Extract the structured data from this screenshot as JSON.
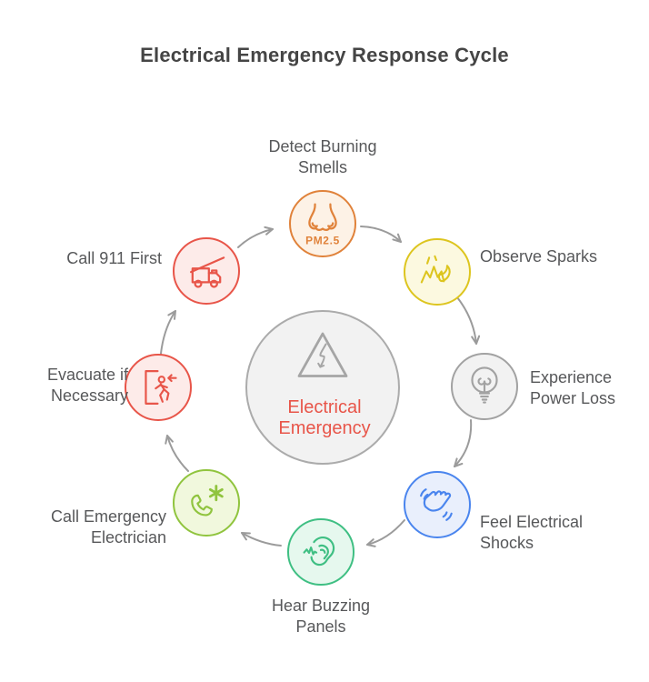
{
  "title": "Electrical Emergency Response Cycle",
  "center": {
    "label": "Electrical Emergency",
    "icon": "warning-triangle-bolt-icon",
    "text_color": "#e85549",
    "border_color": "#ababab",
    "fill": "#f2f2f2",
    "icon_color": "#a5a5a5"
  },
  "steps": [
    {
      "label": "Detect Burning Smells",
      "icon": "nose-smell-icon",
      "badge": "PM2.5",
      "color": "#e0823a",
      "fill": "#fdf2e6"
    },
    {
      "label": "Observe Sparks",
      "icon": "sparks-icon",
      "color": "#ddc51f",
      "fill": "#fcf9e0"
    },
    {
      "label": "Experience Power Loss",
      "icon": "lightbulb-icon",
      "color": "#a2a2a2",
      "fill": "#f2f2f2"
    },
    {
      "label": "Feel Electrical Shocks",
      "icon": "waving-hand-icon",
      "color": "#4a85ee",
      "fill": "#e9effc"
    },
    {
      "label": "Hear Buzzing Panels",
      "icon": "ear-icon",
      "color": "#3fbf83",
      "fill": "#e6f8ee"
    },
    {
      "label": "Call Emergency Electrician",
      "icon": "phone-medical-icon",
      "color": "#90c43e",
      "fill": "#f1f8dd"
    },
    {
      "label": "Evacuate if Necessary",
      "icon": "exit-run-icon",
      "color": "#e85549",
      "fill": "#fdebe9"
    },
    {
      "label": "Call 911 First",
      "icon": "fire-truck-icon",
      "color": "#e85549",
      "fill": "#fdebe9"
    }
  ],
  "colors": {
    "arrow": "#9b9b9b",
    "label_text": "#57585a",
    "title_text": "#454545"
  }
}
